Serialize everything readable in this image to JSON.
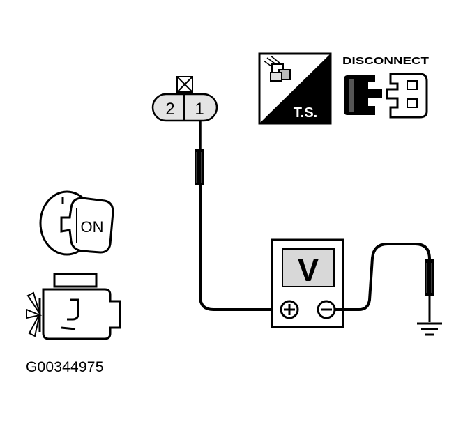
{
  "connector": {
    "pin_2": "2",
    "pin_1": "1"
  },
  "ts_icon": {
    "label": "T.S."
  },
  "disconnect_icon": {
    "label": "DISCONNECT"
  },
  "ignition": {
    "label": "ON"
  },
  "meter": {
    "label": "V",
    "positive": "+",
    "negative": "−"
  },
  "figure_id": "G00344975"
}
